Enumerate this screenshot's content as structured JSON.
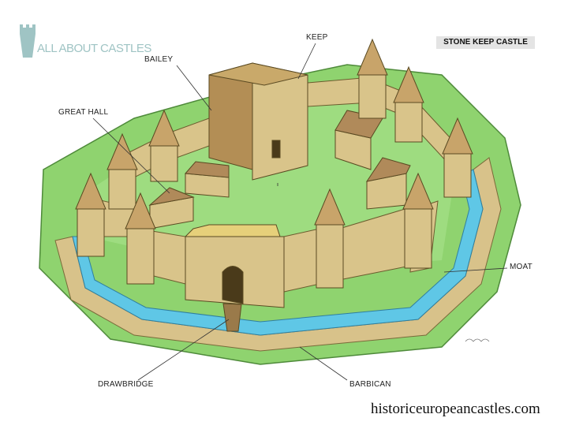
{
  "title": "STONE KEEP CASTLE",
  "logo": {
    "text": "ALL ABOUT CASTLES"
  },
  "labels": {
    "keep": "KEEP",
    "bailey": "BAILEY",
    "great_hall": "GREAT HALL",
    "moat": "MOAT",
    "drawbridge": "DRAWBRIDGE",
    "barbican": "BARBICAN"
  },
  "website": "historiceuropeancastles.com",
  "colors": {
    "grass": "#8fd36f",
    "moat": "#5fc7e6",
    "stone": "#d9c48a",
    "roof": "#b08a5a"
  }
}
